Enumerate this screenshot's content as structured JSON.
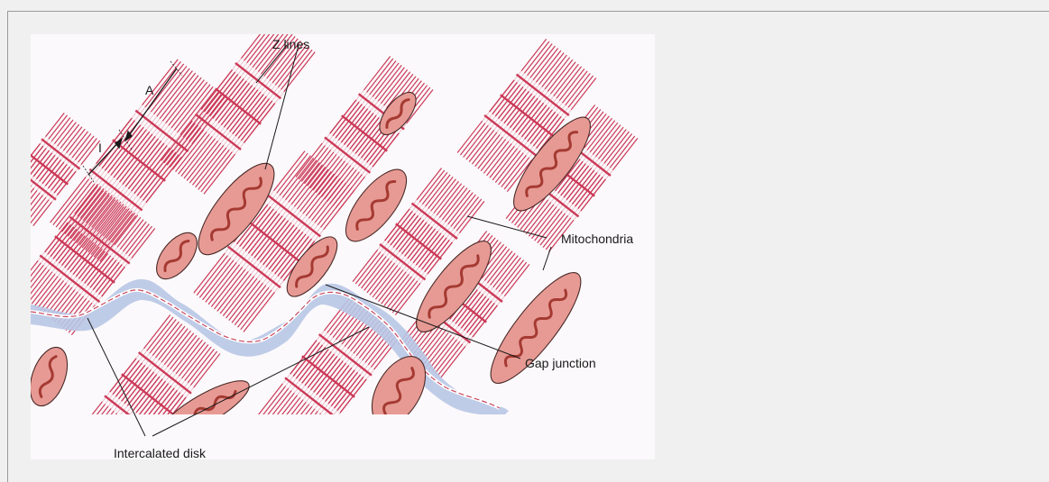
{
  "labels": {
    "z_lines": "Z lines",
    "a_band": "A",
    "i_band": "I",
    "mitochondria": "Mitochondria",
    "gap_junction": "Gap junction",
    "intercalated_disk": "Intercalated disk"
  },
  "colors": {
    "myofibril": "#cc3a58",
    "mitochondrion_fill": "#e79a94",
    "mitochondrion_crista": "#a53a32",
    "intercalated_disk": "#b8c6e6",
    "background": "#f0f0f0",
    "figure_background": "#fbf9fb"
  }
}
